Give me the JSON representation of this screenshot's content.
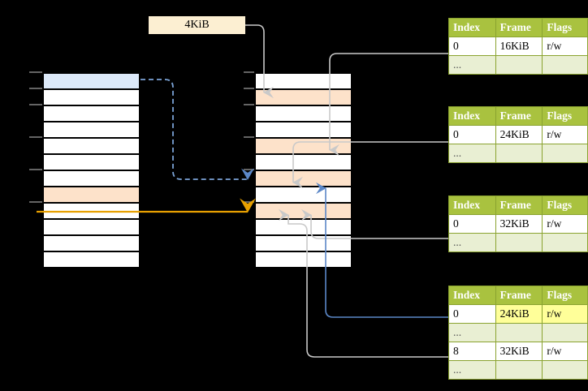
{
  "diagram": {
    "title": "page-table-walk-diagram",
    "page_size_label": "4KiB",
    "colors": {
      "header_green": "#a9c23f",
      "ellipsis_row": "#e9efd3",
      "highlight_yellow": "#ffff99",
      "peach_cell": "#fde2ca",
      "blue_cell": "#dce9f9",
      "size_box": "#fcefd2",
      "orange_arrow": "#e8a000",
      "blue_arrow": "#5b87c7",
      "gray_wire": "#c0c0c0"
    }
  },
  "left_stack": {
    "name": "virtual-address-space",
    "rows": 12,
    "cells": [
      {
        "index": 0,
        "fill": "blue"
      },
      {
        "index": 1,
        "fill": "white"
      },
      {
        "index": 2,
        "fill": "white"
      },
      {
        "index": 3,
        "fill": "white"
      },
      {
        "index": 4,
        "fill": "white"
      },
      {
        "index": 5,
        "fill": "white"
      },
      {
        "index": 6,
        "fill": "white"
      },
      {
        "index": 7,
        "fill": "peach"
      },
      {
        "index": 8,
        "fill": "white"
      },
      {
        "index": 9,
        "fill": "white"
      },
      {
        "index": 10,
        "fill": "white"
      },
      {
        "index": 11,
        "fill": "white"
      }
    ]
  },
  "middle_stack": {
    "name": "physical-memory",
    "rows": 12,
    "cells": [
      {
        "index": 0,
        "fill": "white"
      },
      {
        "index": 1,
        "fill": "peach"
      },
      {
        "index": 2,
        "fill": "white"
      },
      {
        "index": 3,
        "fill": "white"
      },
      {
        "index": 4,
        "fill": "peach"
      },
      {
        "index": 5,
        "fill": "white"
      },
      {
        "index": 6,
        "fill": "peach"
      },
      {
        "index": 7,
        "fill": "white"
      },
      {
        "index": 8,
        "fill": "peach"
      },
      {
        "index": 9,
        "fill": "white"
      },
      {
        "index": 10,
        "fill": "white"
      },
      {
        "index": 11,
        "fill": "white"
      }
    ]
  },
  "tables": [
    {
      "name": "page-table-level-1",
      "headers": [
        "Index",
        "Frame",
        "Flags"
      ],
      "rows": [
        {
          "cells": [
            "0",
            "16KiB",
            "r/w"
          ],
          "ellipsis": false,
          "highlight": []
        },
        {
          "cells": [
            "...",
            "",
            ""
          ],
          "ellipsis": true,
          "highlight": []
        }
      ]
    },
    {
      "name": "page-table-level-2",
      "headers": [
        "Index",
        "Frame",
        "Flags"
      ],
      "rows": [
        {
          "cells": [
            "0",
            "24KiB",
            "r/w"
          ],
          "ellipsis": false,
          "highlight": []
        },
        {
          "cells": [
            "...",
            "",
            ""
          ],
          "ellipsis": true,
          "highlight": []
        }
      ]
    },
    {
      "name": "page-table-level-3",
      "headers": [
        "Index",
        "Frame",
        "Flags"
      ],
      "rows": [
        {
          "cells": [
            "0",
            "32KiB",
            "r/w"
          ],
          "ellipsis": false,
          "highlight": []
        },
        {
          "cells": [
            "...",
            "",
            ""
          ],
          "ellipsis": true,
          "highlight": []
        }
      ]
    },
    {
      "name": "page-table-level-4",
      "headers": [
        "Index",
        "Frame",
        "Flags"
      ],
      "rows": [
        {
          "cells": [
            "0",
            "24KiB",
            "r/w"
          ],
          "ellipsis": false,
          "highlight": [
            1,
            2
          ]
        },
        {
          "cells": [
            "...",
            "",
            ""
          ],
          "ellipsis": true,
          "highlight": []
        },
        {
          "cells": [
            "8",
            "32KiB",
            "r/w"
          ],
          "ellipsis": false,
          "highlight": []
        },
        {
          "cells": [
            "...",
            "",
            ""
          ],
          "ellipsis": true,
          "highlight": []
        }
      ]
    }
  ]
}
